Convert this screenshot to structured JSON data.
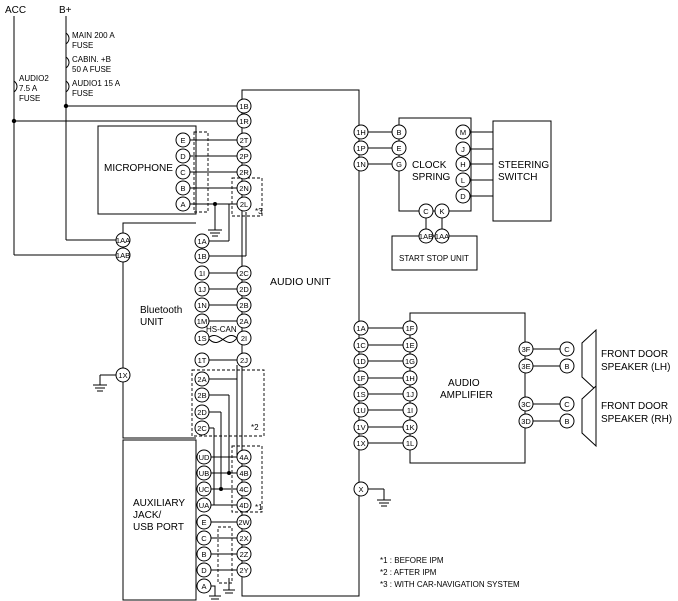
{
  "power": {
    "acc": "ACC",
    "bplus": "B+"
  },
  "fuses": {
    "main": [
      "MAIN 200 A",
      "FUSE"
    ],
    "cabin": [
      "CABIN. +B",
      "50 A FUSE"
    ],
    "audio1": [
      "AUDIO1 15 A",
      "FUSE"
    ],
    "audio2": [
      "AUDIO2",
      "7.5 A",
      "FUSE"
    ]
  },
  "components": {
    "microphone": "MICROPHONE",
    "bluetooth": [
      "Bluetooth",
      "UNIT"
    ],
    "audio_unit": "AUDIO UNIT",
    "auxiliary": [
      "AUXILIARY",
      "JACK/",
      "USB PORT"
    ],
    "clock_spring": [
      "CLOCK",
      "SPRING"
    ],
    "steering_switch": [
      "STEERING",
      "SWITCH"
    ],
    "start_stop_unit": "START STOP UNIT",
    "audio_amplifier": [
      "AUDIO",
      "AMPLIFIER"
    ],
    "speaker_lh": [
      "FRONT DOOR",
      "SPEAKER (LH)"
    ],
    "speaker_rh": [
      "FRONT DOOR",
      "SPEAKER (RH)"
    ],
    "hs_can": "HS-CAN"
  },
  "pins": {
    "audio_top": [
      "1B",
      "1R"
    ],
    "mic": [
      "E",
      "D",
      "C",
      "B",
      "A"
    ],
    "audio_mic": [
      "2T",
      "2P",
      "2R",
      "2N",
      "2L"
    ],
    "bt_power": [
      "1AA",
      "1AB"
    ],
    "bt_left": [
      "1A",
      "1B",
      "1I",
      "1J",
      "1N",
      "1M",
      "1S",
      "1T"
    ],
    "audio_bt": [
      "2C",
      "2D",
      "2B",
      "2A",
      "2I",
      "2J"
    ],
    "bt_x": "1X",
    "ipm_after": [
      "2A",
      "2B",
      "2D",
      "2C"
    ],
    "aux_left": [
      "UD",
      "UB",
      "UC",
      "UA"
    ],
    "audio_aux": [
      "4A",
      "4B",
      "4C",
      "4D"
    ],
    "aux_lower": [
      "E",
      "C",
      "B",
      "D",
      "A"
    ],
    "audio_aux_lower": [
      "2W",
      "2X",
      "2Z",
      "2Y"
    ],
    "audio_clock": [
      "1H",
      "1P",
      "1N"
    ],
    "clock_left": [
      "B",
      "E",
      "G"
    ],
    "clock_right": [
      "M",
      "J",
      "H",
      "L",
      "D"
    ],
    "clock_bottom": [
      "C",
      "K"
    ],
    "ssu": [
      "1AB",
      "1AA"
    ],
    "audio_amp": [
      "1A",
      "1C",
      "1D",
      "1F",
      "1S",
      "1U",
      "1V",
      "1X"
    ],
    "amp_left": [
      "1F",
      "1E",
      "1G",
      "1H",
      "1J",
      "1I",
      "1K",
      "1L"
    ],
    "amp_lh": [
      "3F",
      "3E"
    ],
    "amp_rh": [
      "3C",
      "3D"
    ],
    "spk": [
      "C",
      "B"
    ],
    "audio_ground": "X"
  },
  "notes": [
    "*1 : BEFORE IPM",
    "*2 : AFTER IPM",
    "*3 : WITH CAR-NAVIGATION SYSTEM"
  ],
  "marks": {
    "n1": "*1",
    "n2": "*2",
    "n3": "*3"
  }
}
